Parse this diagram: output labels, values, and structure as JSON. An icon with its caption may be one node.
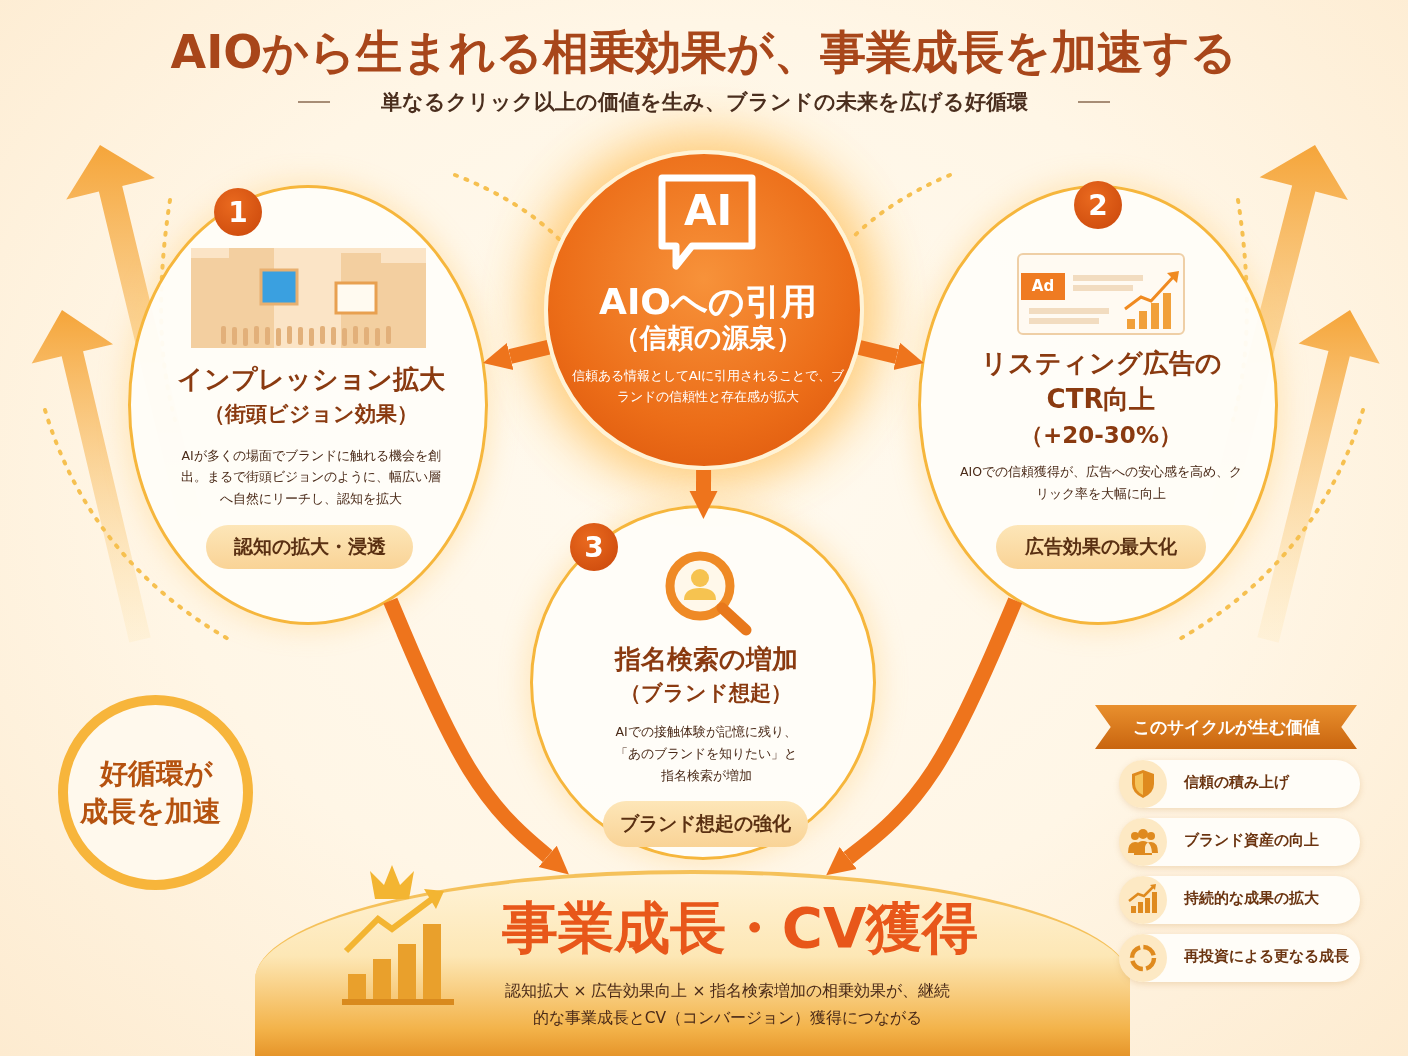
{
  "diagram": {
    "title": "AIOから生まれる相乗効果が、事業成長を加速する",
    "caption": "単なるクリック以上の価値を生み、ブランドの未来を広げる好循環",
    "nodes": [
      {
        "text": [
          "AI",
          "AIOへの引用",
          "（信頼の源泉）",
          "信頼ある情報としてAIに引用されることで、ブランドの信頼性と存在感が拡大"
        ]
      },
      {
        "text": [
          "インプレッション拡大",
          "（街頭ビジョン効果）",
          "AIが多くの場面でブランドに触れる機会を創出。まるで街頭ビジョンのように、幅広い層へ自然にリーチし、認知を拡大"
        ],
        "beside": [
          "1"
        ]
      },
      {
        "text": [
          "認知の拡大・浸透"
        ],
        "in": 1
      },
      {
        "text": [
          "Ad",
          "リスティング広告のCTR向上",
          "（+20-30%）",
          "AIOでの信頼獲得が、広告への安心感を高め、クリック率を大幅に向上"
        ],
        "beside": [
          "2"
        ]
      },
      {
        "text": [
          "広告効果の最大化"
        ],
        "in": 3
      },
      {
        "text": [
          "指名検索の増加",
          "（ブランド想起）",
          "AIでの接触体験が記憶に残り、「あのブランドを知りたい」と指名検索が増加"
        ],
        "beside": [
          "3"
        ]
      },
      {
        "text": [
          "ブランド想起の強化"
        ],
        "in": 5
      },
      {
        "text": [
          "事業成長・CV獲得",
          "認知拡大 × 広告効果向上 × 指名検索増加の相乗効果が、継続的な事業成長とCV（コンバージョン）獲得につながる"
        ]
      },
      {
        "text": [
          "好循環が成長を加速"
        ]
      },
      {
        "text": [
          "このサイクルが生む価値"
        ]
      },
      {
        "text": [
          "信頼の積み上げ"
        ]
      },
      {
        "text": [
          "ブランド資産の向上"
        ]
      },
      {
        "text": [
          "持続的な成果の拡大"
        ]
      },
      {
        "text": [
          "再投資による更なる成長"
        ]
      }
    ],
    "edges": [
      {
        "from": 0,
        "to": 1,
        "arrow": "to"
      },
      {
        "from": 0,
        "to": 3,
        "arrow": "to"
      },
      {
        "from": 0,
        "to": 5,
        "arrow": "to"
      },
      {
        "from": 1,
        "to": 7,
        "arrow": "to"
      },
      {
        "from": 3,
        "to": 7,
        "arrow": "to"
      }
    ]
  }
}
